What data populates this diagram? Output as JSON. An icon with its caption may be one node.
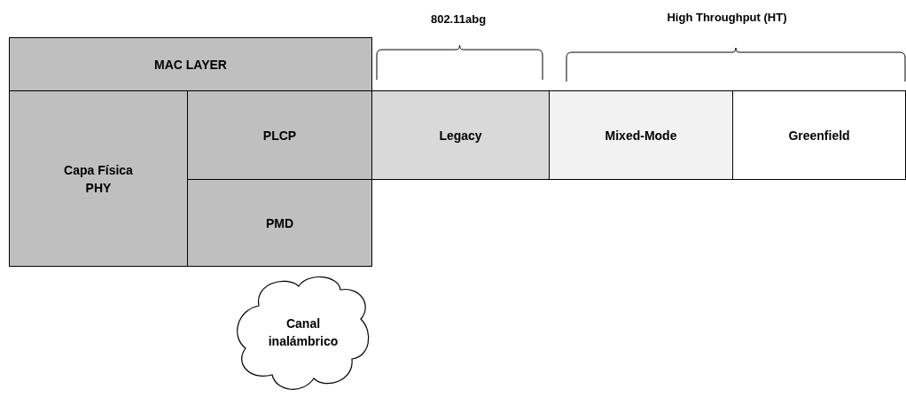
{
  "diagram": {
    "nodes": [
      {
        "text": [
          "MAC LAYER"
        ]
      },
      {
        "text": [
          "Capa Física PHY"
        ]
      },
      {
        "text": [
          "PLCP"
        ]
      },
      {
        "text": [
          "PMD"
        ]
      },
      {
        "text": [
          "Legacy"
        ]
      },
      {
        "text": [
          "Mixed-Mode"
        ]
      },
      {
        "text": [
          "Greenfield"
        ]
      },
      {
        "text": [
          "Canal inalámbrico"
        ]
      }
    ],
    "labels": [
      "802.11abg",
      "High Throughput (HT)"
    ]
  }
}
